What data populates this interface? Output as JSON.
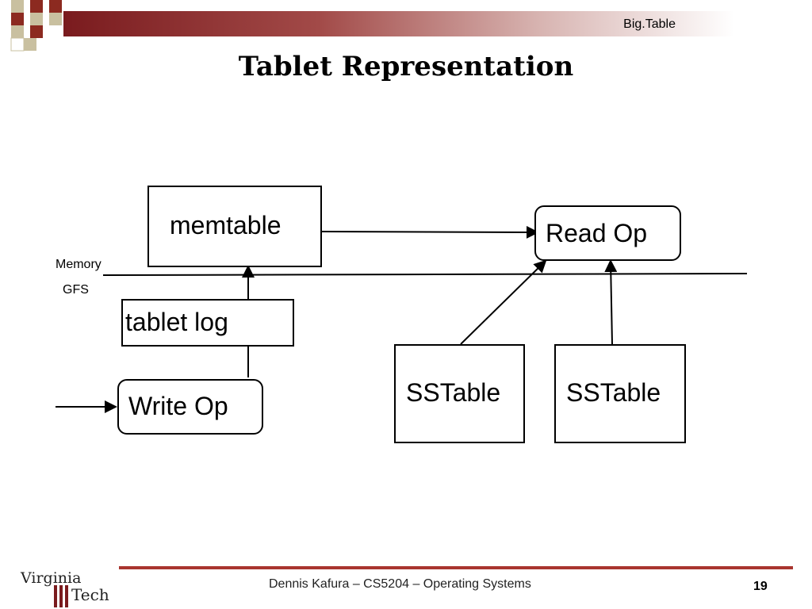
{
  "header": {
    "title": "Big.Table"
  },
  "slide": {
    "title": "Tablet Representation"
  },
  "diagram": {
    "memory_label": "Memory",
    "gfs_label": "GFS",
    "memtable": "memtable",
    "read_op": "Read Op",
    "tablet_log": "tablet log",
    "write_op": "Write Op",
    "sstable_1": "SSTable",
    "sstable_2": "SSTable"
  },
  "footer": {
    "text": "Dennis Kafura – CS5204 – Operating Systems",
    "page_number": "19",
    "logo_virginia": "Virginia",
    "logo_tech": "Tech"
  },
  "colors": {
    "header_gradient_start": "#7a1b1e",
    "footer_line": "#a9352f",
    "squares_dark": "#8c2a20",
    "squares_light": "#c9c0a0"
  }
}
